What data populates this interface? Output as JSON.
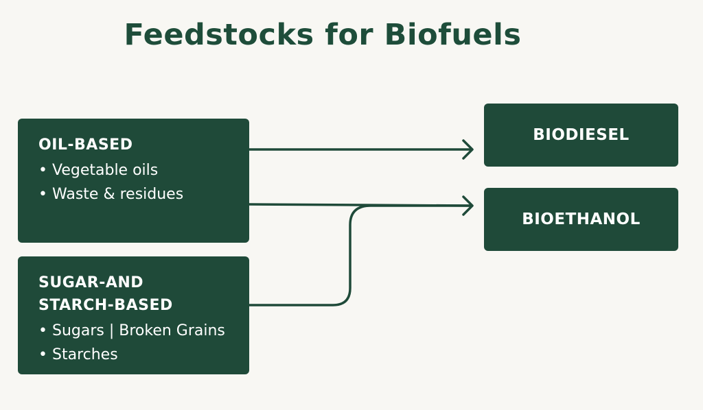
{
  "title": "Feedstocks for Biofuels",
  "sources": [
    {
      "heading": "OIL-BASED",
      "items": [
        "Vegetable oils",
        "Waste & residues"
      ]
    },
    {
      "heading": "SUGAR-AND\nSTARCH-BASED",
      "items": [
        "Sugars | Broken Grains",
        "Starches"
      ]
    }
  ],
  "outputs": [
    {
      "label": "BIODIESEL"
    },
    {
      "label": "BIOETHANOL"
    }
  ],
  "bullet_char": "•",
  "colors": {
    "background": "#f8f7f3",
    "box": "#1f4a39",
    "title": "#1e4d3a",
    "arrow": "#1f4a39"
  }
}
